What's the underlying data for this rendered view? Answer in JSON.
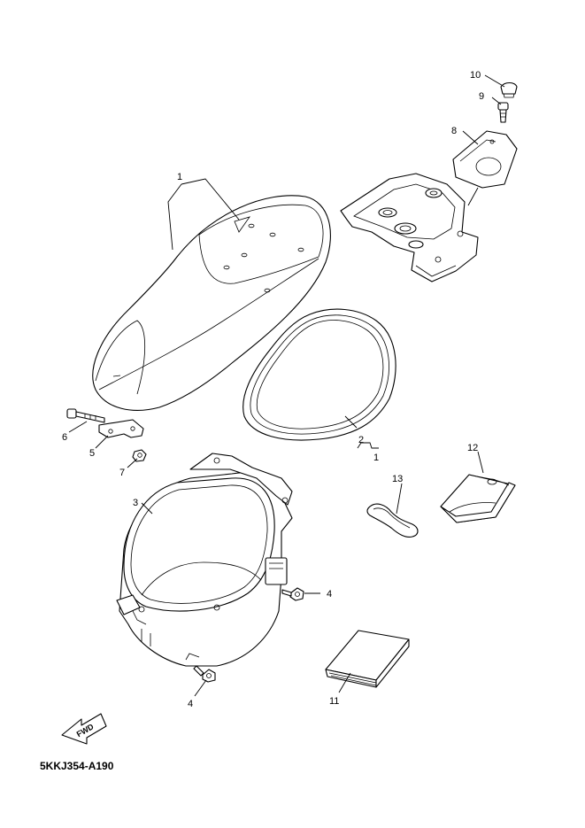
{
  "diagram_code": "5KKJ354-A190",
  "fwd_label": "FWD",
  "callouts": {
    "c1": "1",
    "c2": "2",
    "c2_sub": "1",
    "c3": "3",
    "c4a": "4",
    "c4b": "4",
    "c5": "5",
    "c6": "6",
    "c7": "7",
    "c8": "8",
    "c9": "9",
    "c10": "10",
    "c11": "11",
    "c12": "12",
    "c13": "13"
  }
}
